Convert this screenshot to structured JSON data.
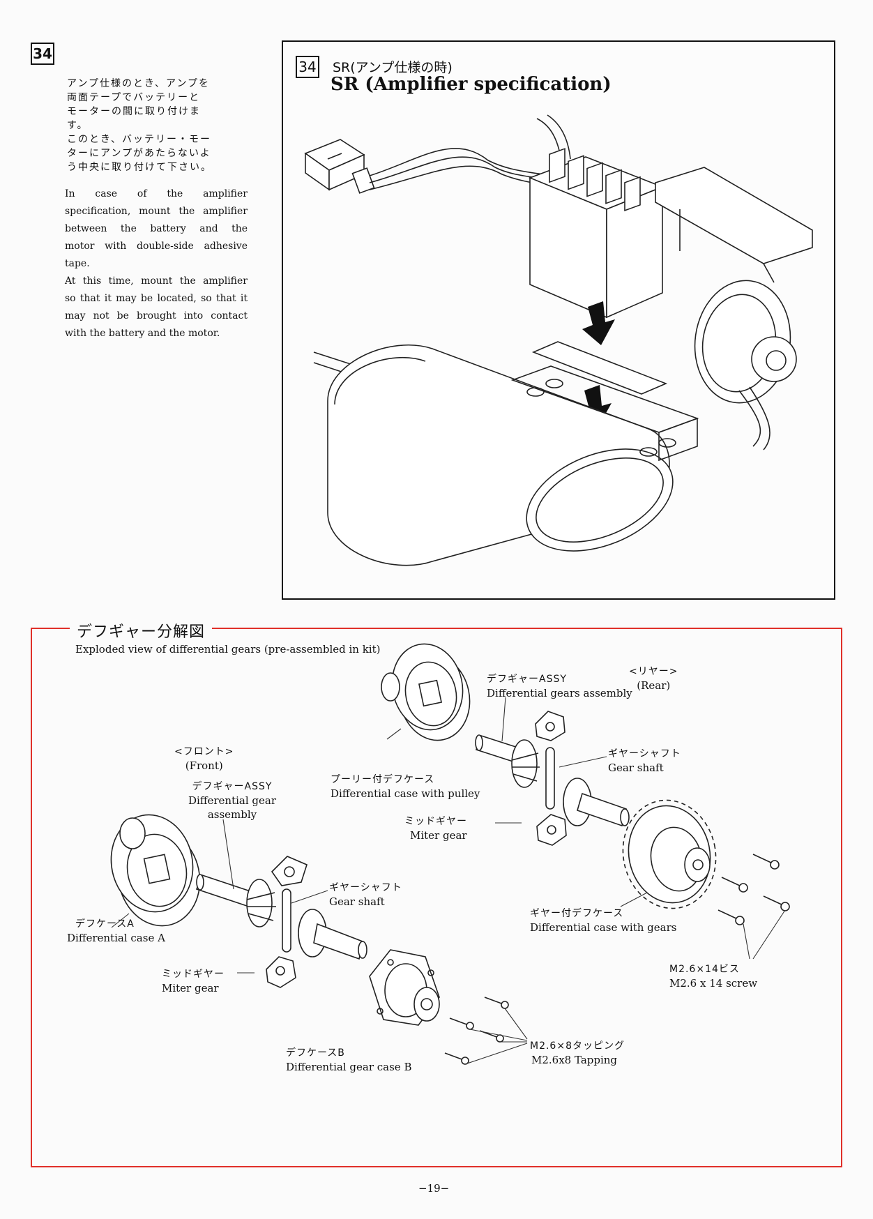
{
  "step": {
    "number": "34",
    "jp_instructions": [
      "アンプ仕様のとき、アンプを",
      "両面テープでバッテリーと",
      "モーターの間に取り付けま",
      "す。",
      "このとき、バッテリー・モー",
      "ターにアンプがあたらないよ",
      "う中央に取り付けて下さい。"
    ],
    "en_instructions": [
      "In case of the amplifier",
      "specification, mount the amplifier",
      "between the battery and the",
      "motor with double-side adhesive",
      "tape.",
      "At this time, mount the amplifier",
      "so that it may be located, so that it",
      "may not be brought into contact",
      "with the battery and the motor."
    ]
  },
  "figure": {
    "number": "34",
    "title_jp": "SR(アンプ仕様の時)",
    "title_en": "SR (Amplifier specification)"
  },
  "exploded": {
    "title_jp": "デフギャー分解図",
    "subtitle_en": "Exploded view of differential gears (pre-assembled in kit)",
    "labels": {
      "front_jp": "<フロント>",
      "front_en": "(Front)",
      "rear_jp": "<リヤー>",
      "rear_en": "(Rear)",
      "front_assy_jp": "デフギャーASSY",
      "front_assy_en1": "Differential gear",
      "front_assy_en2": "assembly",
      "rear_assy_jp": "デフギャーASSY",
      "rear_assy_en": "Differential gears assembly",
      "case_a_jp": "デフケースA",
      "case_a_en": "Differential case A",
      "case_b_jp": "デフケースB",
      "case_b_en": "Differential gear case B",
      "pulley_case_jp": "プーリー付デフケース",
      "pulley_case_en": "Differential case with pulley",
      "gear_case_jp": "ギヤー付デフケース",
      "gear_case_en": "Differential case with gears",
      "shaft_front_jp": "ギヤーシャフト",
      "shaft_front_en": "Gear shaft",
      "shaft_rear_jp": "ギヤーシャフト",
      "shaft_rear_en": "Gear shaft",
      "miter_front_jp": "ミッドギヤー",
      "miter_front_en": "Miter gear",
      "miter_rear_jp": "ミッドギヤー",
      "miter_rear_en": "Miter gear",
      "screw_jp": "M2.6×14ビス",
      "screw_en": "M2.6 x 14 screw",
      "tapping_jp": "M2.6×8タッピング",
      "tapping_en": "M2.6x8 Tapping"
    }
  },
  "page_number": "−19−",
  "colors": {
    "frame_red": "#e0302a",
    "ink": "#111111"
  }
}
